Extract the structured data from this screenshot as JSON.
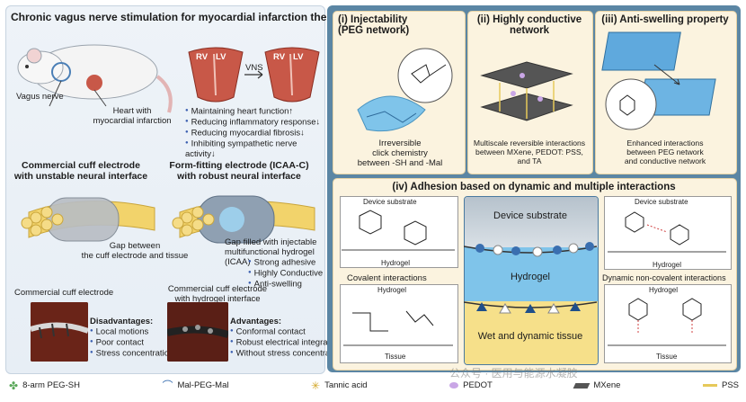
{
  "left": {
    "title": "Chronic vagus nerve stimulation for myocardial infarction therapy",
    "vagus_nerve": "Vagus nerve",
    "heart_label": "Heart with\nmyocardial infarction",
    "rv": "RV",
    "lv": "LV",
    "vns": "VNS",
    "benefits": [
      "Maintaining heart function↑",
      "Reducing inflammatory response↓",
      "Reducing myocardial fibrosis↓",
      "Inhibiting sympathetic nerve activity↓"
    ],
    "cuff_title": "Commercial cuff electrode\nwith unstable neural interface",
    "icaa_title": "Form-fitting electrode (ICAA-C)\nwith robust neural interface",
    "gap_label": "Gap between\nthe cuff electrode and tissue",
    "gap_filled": "Gap filled with injectable\nmultifunctional hydrogel (ICAA)",
    "icaa_props": [
      "Strong adhesive",
      "Highly Conductive",
      "Anti-swelling"
    ],
    "commercial_label": "Commercial cuff electrode",
    "hydrogel_cuff_label": "Commercial cuff electrode\nwith hydrogel interface",
    "disadv_title": "Disadvantages:",
    "disadvantages": [
      "Local motions",
      "Poor contact",
      "Stress concentration"
    ],
    "adv_title": "Advantages:",
    "advantages": [
      "Conformal contact",
      "Robust electrical integration",
      "Without stress concentration"
    ]
  },
  "panels": {
    "p1_title": "(i) Injectability\n(PEG network)",
    "p1_caption": "Irreversible\nclick chemistry\nbetween -SH and -Mal",
    "p2_title": "(ii) Highly conductive\nnetwork",
    "p2_caption": "Multiscale reversible interactions\nbetween MXene, PEDOT: PSS,\nand TA",
    "p3_title": "(iii) Anti-swelling property",
    "p3_caption": "Enhanced interactions\nbetween PEG network\nand conductive network",
    "p4_title": "(iv) Adhesion based on dynamic and multiple interactions",
    "device_substrate": "Device substrate",
    "device_substrate_center": "Device  substrate",
    "hydrogel": "Hydrogel",
    "wet_tissue": "Wet and dynamic tissue",
    "covalent": "Covalent interactions",
    "noncovalent": "Dynamic non-covalent interactions",
    "tissue": "Tissue"
  },
  "legend": [
    "8-arm PEG-SH",
    "Mal-PEG-Mal",
    "Tannic acid",
    "PEDOT",
    "MXene",
    "PSS"
  ],
  "watermark": "公众号 · 医用与能源水凝胶",
  "colors": {
    "right_bg": "#5b86a4",
    "card": "#fbf3df",
    "hydrogel_blue": "#7fc4ea",
    "tissue_yellow": "#f6e08a",
    "heart_red": "#c85848",
    "nerve_yellow": "#f2d36b"
  }
}
